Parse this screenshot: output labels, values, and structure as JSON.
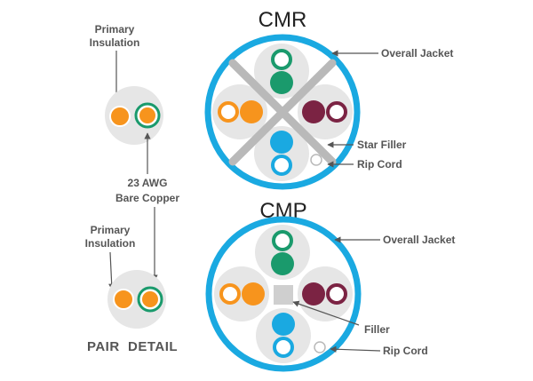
{
  "titles": {
    "cmr": "CMR",
    "cmp": "CMP"
  },
  "labels": {
    "primary_insulation_top_1": "Primary",
    "primary_insulation_top_2": "Insulation",
    "awg_1": "23 AWG",
    "awg_2": "Bare Copper",
    "primary_insulation_bottom_1": "Primary",
    "primary_insulation_bottom_2": "Insulation",
    "pair_detail": "PAIR  DETAIL",
    "cmr_overall_jacket": "Overall Jacket",
    "cmr_star_filler": "Star Filler",
    "cmr_rip_cord": "Rip Cord",
    "cmp_overall_jacket": "Overall Jacket",
    "cmp_filler": "Filler",
    "cmp_rip_cord": "Rip Cord"
  },
  "colors": {
    "jacket_blue": "#1aa9e1",
    "green": "#1a9a6c",
    "orange": "#f7941d",
    "maroon": "#7b2343",
    "blue": "#1aa9e1",
    "pair_bg": "#e6e6e6",
    "star_filler": "#b9b9b9",
    "filler": "#cfcfcf",
    "leader": "#555555"
  }
}
